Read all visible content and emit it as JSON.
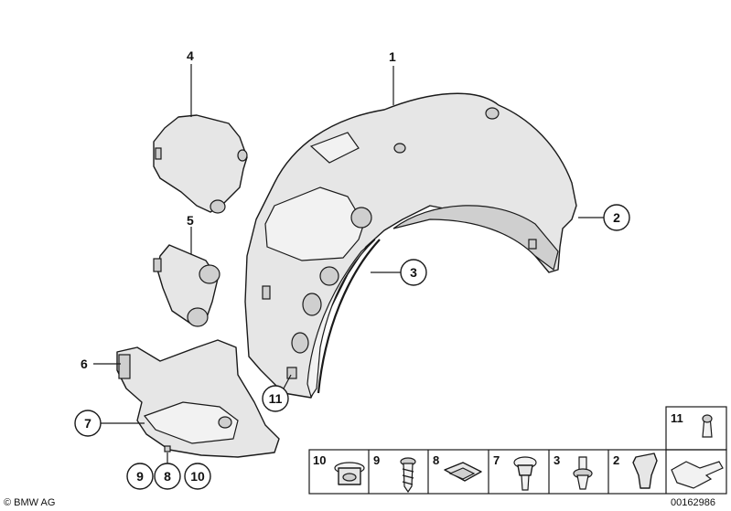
{
  "callouts": {
    "c1": "1",
    "c2": "2",
    "c3": "3",
    "c4": "4",
    "c5": "5",
    "c6": "6",
    "c7": "7",
    "c8": "8",
    "c9": "9",
    "c10": "10",
    "c11": "11"
  },
  "legend": {
    "p11": "11",
    "p10": "10",
    "p9": "9",
    "p8": "8",
    "p7": "7",
    "p3": "3",
    "p2": "2"
  },
  "footer": {
    "copyright": "© BMW AG",
    "diagram_number": "00162986"
  }
}
